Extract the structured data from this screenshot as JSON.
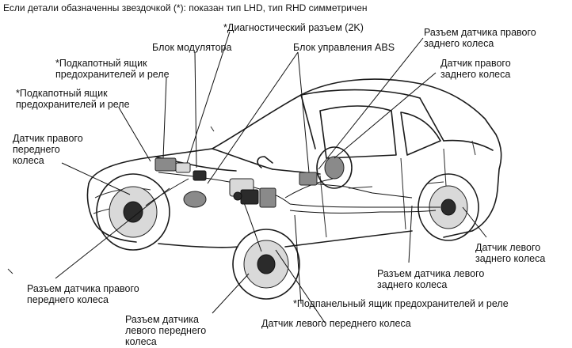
{
  "note": "Если детали обазначенны звездочкой (*): показан тип LHD, тип RHD симметричен",
  "labels": {
    "diag_connector": "*Диагностический разъем (2K)",
    "modulator": "Блок модулятора",
    "abs_ecu": "Блок управления ABS",
    "rr_sensor_connector": "Разъем датчика правого\nзаднего колеса",
    "rr_sensor": "Датчик правого\nзаднего колеса",
    "engine_fuse_box_1": "*Подкапотный ящик\nпредохранителей и реле",
    "engine_fuse_box_2": "*Подкапотный ящик\nпредохранителей и реле",
    "fr_sensor": "Датчик правого\nпереднего\nколеса",
    "lr_sensor": "Датчик левого\nзаднего колеса",
    "lr_sensor_connector": "Разъем датчика левого\nзаднего колеса",
    "fr_sensor_connector": "Разъем датчика правого\nпереднего колеса",
    "dash_fuse_box": "*Подпанельный ящик предохранителей и реле",
    "fl_sensor_connector": "Разъем датчика\nлевого переднего\nколеса",
    "fl_sensor": "Датчик левого переднего колеса"
  }
}
